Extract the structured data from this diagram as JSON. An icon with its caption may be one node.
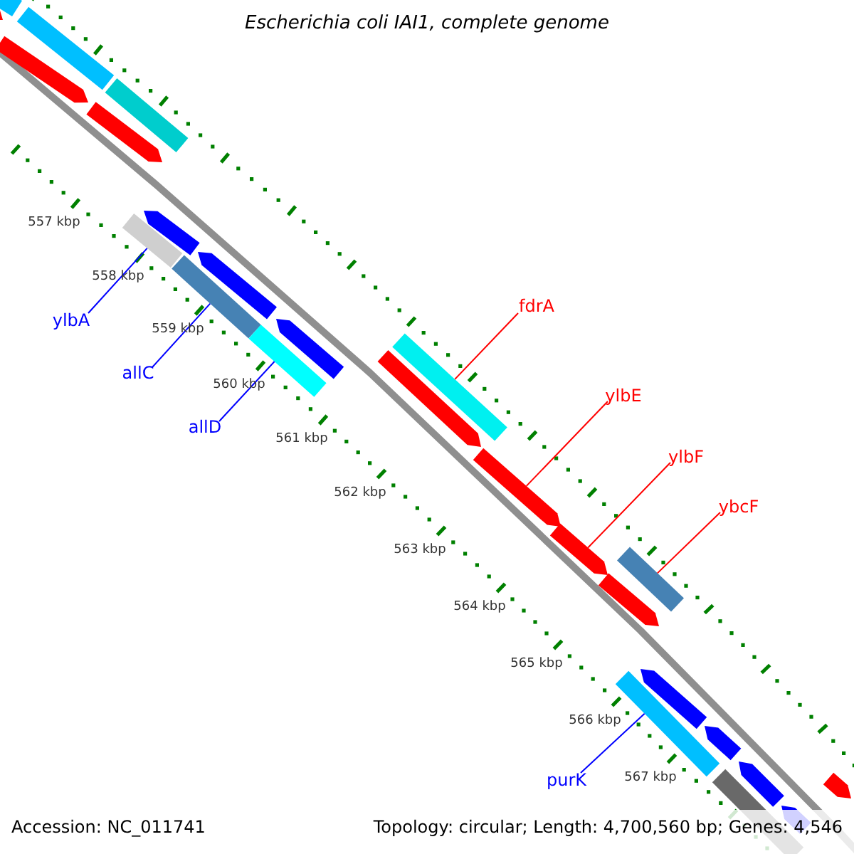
{
  "diagram": {
    "title": "Escherichia coli IAI1, complete genome",
    "nodes": [
      {
        "text": [
          "fdrA"
        ]
      },
      {
        "text": [
          "ylbA"
        ]
      },
      {
        "text": [
          "allC"
        ]
      },
      {
        "text": [
          "ylbE"
        ]
      },
      {
        "text": [
          "allD"
        ]
      },
      {
        "text": [
          "ylbF"
        ]
      },
      {
        "text": [
          "ybcF"
        ]
      },
      {
        "text": [
          "purK"
        ]
      },
      {
        "text": [],
        "shape": "box"
      },
      {
        "text": [],
        "shape": "arrow"
      },
      {
        "text": [],
        "shape": "arrow"
      },
      {
        "text": [],
        "shape": "box"
      },
      {
        "text": [],
        "shape": "arrow"
      },
      {
        "text": [],
        "shape": "box"
      },
      {
        "text": [],
        "shape": "box"
      },
      {
        "text": [],
        "shape": "arrow"
      },
      {
        "text": [],
        "shape": "box"
      },
      {
        "text": [],
        "shape": "arrow"
      },
      {
        "text": [],
        "shape": "box"
      },
      {
        "text": [],
        "shape": "arrow"
      },
      {
        "text": [],
        "shape": "arrow"
      },
      {
        "text": [],
        "shape": "box"
      },
      {
        "text": [],
        "shape": "arrow"
      },
      {
        "text": [],
        "shape": "arrow"
      },
      {
        "text": [],
        "shape": "arrow"
      },
      {
        "text": [],
        "shape": "box"
      },
      {
        "text": [],
        "shape": "box"
      },
      {
        "text": [],
        "shape": "arrow"
      },
      {
        "text": [],
        "shape": "arrow"
      },
      {
        "text": [],
        "shape": "box"
      },
      {
        "text": [],
        "shape": "arrow"
      },
      {
        "text": [],
        "shape": "arrow"
      },
      {
        "text": [],
        "shape": "arrow"
      }
    ],
    "edges": [
      {
        "from": 0,
        "to": 21,
        "arrow": "none",
        "color": "#ff0000"
      },
      {
        "from": 1,
        "to": 14,
        "arrow": "none",
        "color": "#0000ff"
      },
      {
        "from": 2,
        "to": 16,
        "arrow": "none",
        "color": "#0000ff"
      },
      {
        "from": 3,
        "to": 22,
        "arrow": "none",
        "color": "#ff0000"
      },
      {
        "from": 4,
        "to": 18,
        "arrow": "none",
        "color": "#0000ff"
      },
      {
        "from": 5,
        "to": 23,
        "arrow": "none",
        "color": "#ff0000"
      },
      {
        "from": 6,
        "to": 26,
        "arrow": "none",
        "color": "#ff0000"
      },
      {
        "from": 7,
        "to": 25,
        "arrow": "none",
        "color": "#0000ff"
      }
    ],
    "labels": [
      "557 kbp",
      "558 kbp",
      "559 kbp",
      "560 kbp",
      "561 kbp",
      "562 kbp",
      "563 kbp",
      "564 kbp",
      "565 kbp",
      "566 kbp",
      "567 kbp",
      "Accession: NC_011741",
      "Topology: circular; Length: 4,700,560 bp; Genes: 4,546"
    ]
  }
}
